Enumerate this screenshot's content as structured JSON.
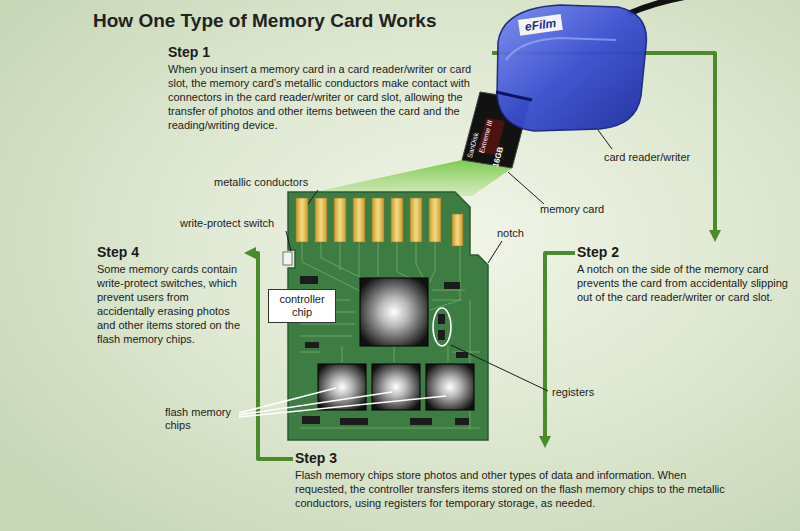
{
  "diagram": {
    "title": "How One Type of Memory Card Works",
    "nodes": [
      {
        "text": [
          "Step 1",
          "When you insert a memory card in a card reader/writer or card slot, the memory card’s metallic conductors make contact with connectors in the card reader/writer or card slot, allowing the transfer of photos and other items between the card and the reading/writing device."
        ]
      },
      {
        "text": [
          "Step 2",
          "A notch on the side of the memory card prevents the card from accidentally slipping out of the card reader/writer or card slot."
        ]
      },
      {
        "text": [
          "Step 3",
          "Flash memory chips store photos and other types of data and information. When requested, the controller transfers items stored on the flash memory chips to the metallic conductors, using registers for temporary storage, as needed."
        ]
      },
      {
        "text": [
          "Step 4",
          "Some memory cards contain write-protect switches, which prevent users from accidentally erasing photos and other items stored on the flash memory chips."
        ]
      },
      {
        "text": [
          "controller chip"
        ]
      }
    ],
    "edges": [
      {
        "from": 0,
        "to": 1,
        "arrow": "to"
      },
      {
        "from": 1,
        "to": 2,
        "arrow": "to"
      },
      {
        "from": 2,
        "to": 3,
        "arrow": "to"
      }
    ],
    "labels": [
      "eFilm",
      "SanDisk",
      "Extreme III",
      "16GB",
      "card reader/writer",
      "memory card",
      "metallic conductors",
      "write-protect switch",
      "notch",
      "registers",
      "flash memory chips"
    ]
  }
}
